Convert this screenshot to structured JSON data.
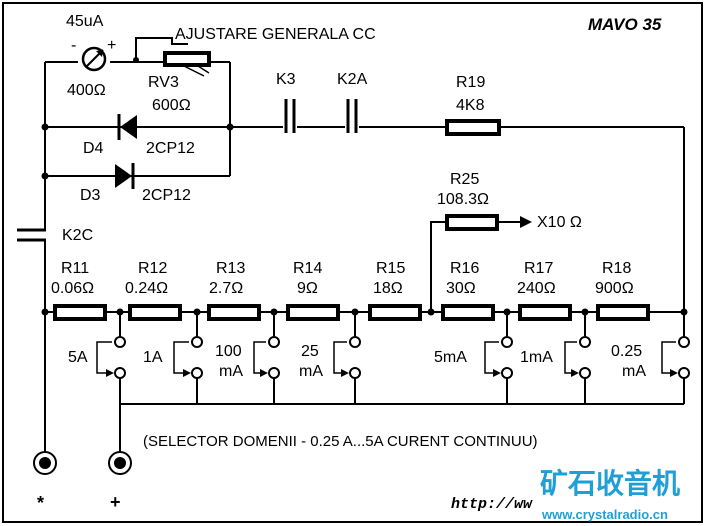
{
  "title": "MAVO 35",
  "meter": {
    "current": "45uA",
    "resistance": "400Ω",
    "minus": "-",
    "plus": "+"
  },
  "adjust_label": "AJUSTARE GENERALA CC",
  "rv3": {
    "name": "RV3",
    "value": "600Ω"
  },
  "d4": {
    "name": "D4",
    "part": "2CP12"
  },
  "d3": {
    "name": "D3",
    "part": "2CP12"
  },
  "k3": "K3",
  "k2a": "K2A",
  "k2c": "K2C",
  "r19": {
    "name": "R19",
    "value": "4K8"
  },
  "r25": {
    "name": "R25",
    "value": "108.3Ω",
    "arrow_label": "X10 Ω"
  },
  "resistors": [
    {
      "name": "R11",
      "value": "0.06Ω"
    },
    {
      "name": "R12",
      "value": "0.24Ω"
    },
    {
      "name": "R13",
      "value": "2.7Ω"
    },
    {
      "name": "R14",
      "value": "9Ω"
    },
    {
      "name": "R15",
      "value": "18Ω"
    },
    {
      "name": "R16",
      "value": "30Ω"
    },
    {
      "name": "R17",
      "value": "240Ω"
    },
    {
      "name": "R18",
      "value": "900Ω"
    }
  ],
  "ranges": {
    "r5a": "5A",
    "r1a": "1A",
    "r100": {
      "num": "100",
      "unit": "mA"
    },
    "r25": {
      "num": "25",
      "unit": "mA"
    },
    "r5ma": "5mA",
    "r1ma": "1mA",
    "r025": {
      "num": "0.25",
      "unit": "mA"
    }
  },
  "caption": "(SELECTOR DOMENII - 0.25 A...5A CURENT CONTINUU)",
  "terminals": {
    "common": "*",
    "positive": "+"
  },
  "url": "http://ww",
  "watermark": {
    "cn": "矿石收音机",
    "url": "www.crystalradio.cn"
  }
}
